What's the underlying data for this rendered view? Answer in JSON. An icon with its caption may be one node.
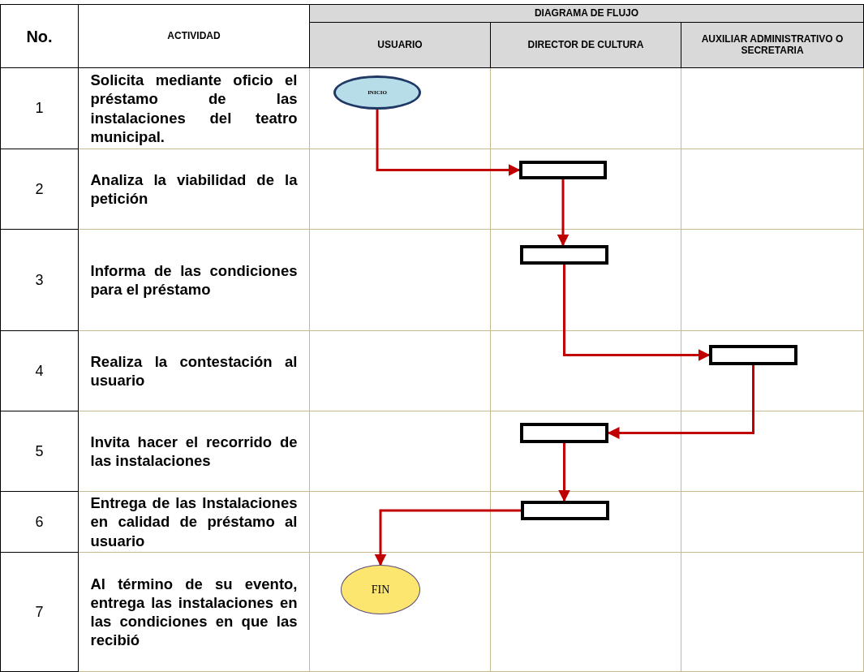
{
  "diagram": {
    "nodes": [
      {
        "text": [
          "INICIO"
        ]
      },
      {
        "text": [],
        "shape": "box"
      },
      {
        "text": [],
        "shape": "box"
      },
      {
        "text": [],
        "shape": "box"
      },
      {
        "text": [],
        "shape": "box"
      },
      {
        "text": [],
        "shape": "box"
      },
      {
        "text": [
          "FIN"
        ]
      }
    ],
    "edges": [
      {
        "from": 0,
        "to": 1,
        "arrow": "to"
      },
      {
        "from": 1,
        "to": 2,
        "arrow": "to"
      },
      {
        "from": 2,
        "to": 3,
        "arrow": "to"
      },
      {
        "from": 3,
        "to": 4,
        "arrow": "to"
      },
      {
        "from": 4,
        "to": 5,
        "arrow": "to"
      },
      {
        "from": 5,
        "to": 6,
        "arrow": "to"
      }
    ],
    "labels": [
      "No.",
      "ACTIVIDAD",
      "DIAGRAMA DE FLUJO",
      "USUARIO",
      "DIRECTOR DE CULTURA",
      "AUXILIAR ADMINISTRATIVO O SECRETARIA",
      "1",
      "Solicita mediante oficio el préstamo de las instalaciones del teatro municipal.",
      "2",
      "Analiza la viabilidad de la petición",
      "3",
      "Informa de las condiciones para el préstamo",
      "4",
      "Realiza la contestación al usuario",
      "5",
      "Invita hacer el recorrido de las instalaciones",
      "6",
      "Entrega de las Instalaciones en calidad de préstamo al usuario",
      "7",
      "Al término de su evento, entrega las instalaciones en las condiciones en que las recibió"
    ]
  }
}
